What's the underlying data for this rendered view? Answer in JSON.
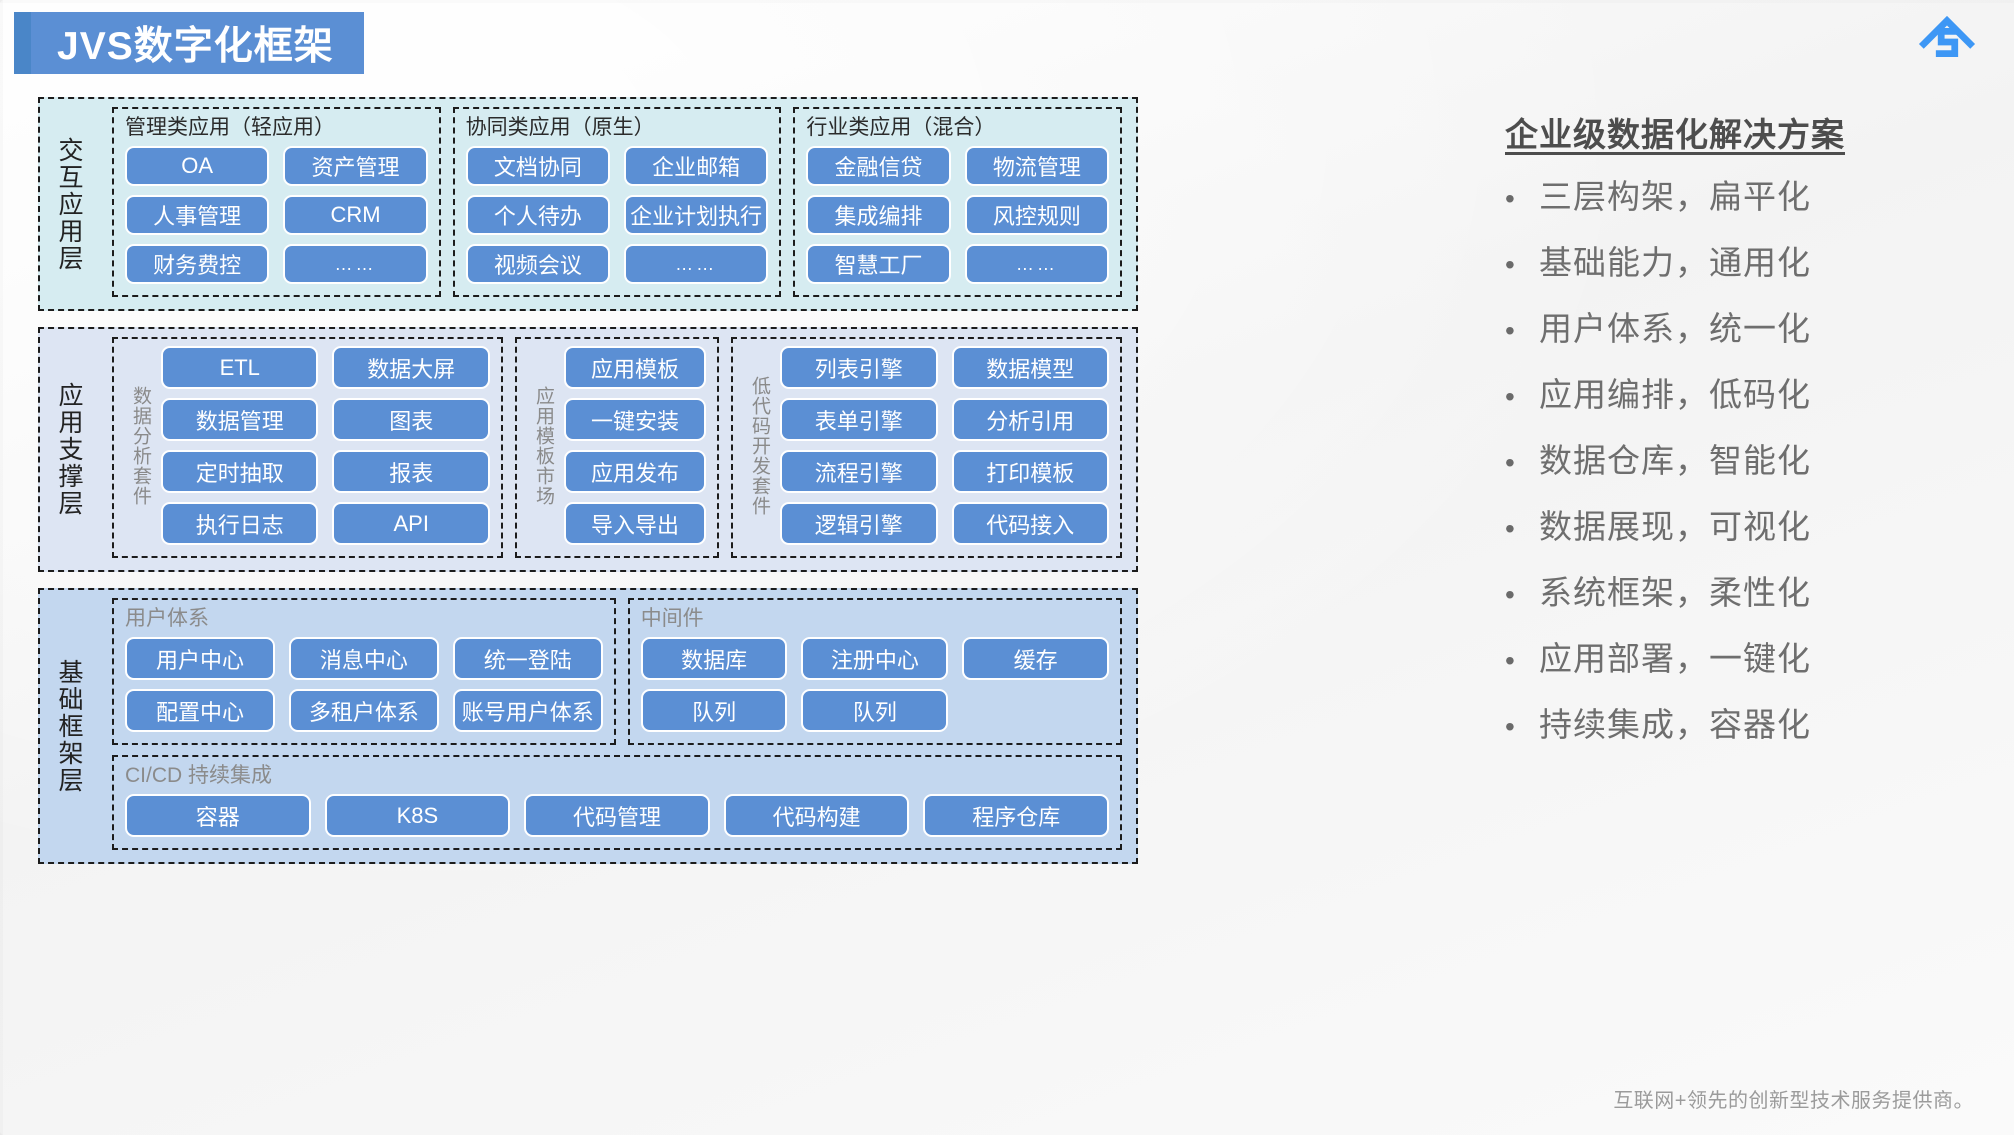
{
  "header": {
    "title": "JVS数字化框架",
    "accent_color": "#4a86c8",
    "box_color": "#5b8fd4",
    "logo_name": "jvs-logo",
    "logo_color": "#3d97f5"
  },
  "diagram": {
    "layers": [
      {
        "label": "交互应用层",
        "bg_color": "#d6ecf1",
        "groups": [
          {
            "title": "管理类应用（轻应用）",
            "columns": 2,
            "chips": [
              "OA",
              "资产管理",
              "人事管理",
              "CRM",
              "财务费控",
              "……"
            ]
          },
          {
            "title": "协同类应用（原生）",
            "columns": 2,
            "chips": [
              "文档协同",
              "企业邮箱",
              "个人待办",
              "企业计划执行",
              "视频会议",
              "……"
            ]
          },
          {
            "title": "行业类应用（混合）",
            "columns": 2,
            "chips": [
              "金融信贷",
              "物流管理",
              "集成编排",
              "风控规则",
              "智慧工厂",
              "……"
            ]
          }
        ]
      },
      {
        "label": "应用支撑层",
        "bg_color": "#dde5f3",
        "groups": [
          {
            "side_label": "数据分析套件",
            "columns": 2,
            "chips": [
              "ETL",
              "数据大屏",
              "数据管理",
              "图表",
              "定时抽取",
              "报表",
              "执行日志",
              "API"
            ]
          },
          {
            "side_label": "应用模板市场",
            "columns": 1,
            "chips": [
              "应用模板",
              "一键安装",
              "应用发布",
              "导入导出"
            ]
          },
          {
            "side_label": "低代码开发套件",
            "columns": 2,
            "chips": [
              "列表引擎",
              "数据模型",
              "表单引擎",
              "分析引用",
              "流程引擎",
              "打印模板",
              "逻辑引擎",
              "代码接入"
            ]
          }
        ]
      },
      {
        "label": "基础框架层",
        "bg_color": "#c3d7ef",
        "rows": [
          {
            "groups": [
              {
                "title": "用户体系",
                "columns": 3,
                "chips": [
                  "用户中心",
                  "消息中心",
                  "统一登陆",
                  "配置中心",
                  "多租户体系",
                  "账号用户体系"
                ]
              },
              {
                "title": "中间件",
                "columns": 3,
                "chips": [
                  "数据库",
                  "注册中心",
                  "缓存",
                  "队列",
                  "队列"
                ]
              }
            ]
          },
          {
            "groups": [
              {
                "title": "CI/CD 持续集成",
                "columns": 5,
                "chips": [
                  "容器",
                  "K8S",
                  "代码管理",
                  "代码构建",
                  "程序仓库"
                ]
              }
            ]
          }
        ]
      }
    ]
  },
  "right_panel": {
    "heading": "企业级数据化解决方案",
    "bullet_glyph": "•",
    "items": [
      "三层构架，扁平化",
      "基础能力，通用化",
      "用户体系，统一化",
      "应用编排，低码化",
      "数据仓库，智能化",
      "数据展现，可视化",
      "系统框架，柔性化",
      "应用部署，一键化",
      "持续集成，容器化"
    ]
  },
  "footer": {
    "text": "互联网+领先的创新型技术服务提供商。"
  }
}
